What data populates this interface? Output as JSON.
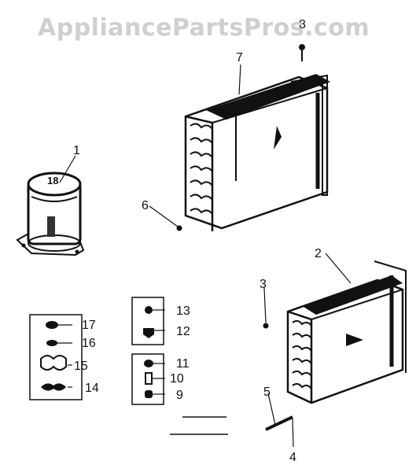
{
  "watermark": "AppliancePartsPros.com",
  "compressor_label": "18",
  "callouts": [
    "1",
    "2",
    "3",
    "4",
    "5",
    "6",
    "7",
    "8",
    "9",
    "10",
    "11",
    "12",
    "13",
    "14",
    "15",
    "16",
    "17"
  ],
  "colors": {
    "ink": "#111111",
    "watermark": "#cfcfcf",
    "background": "#ffffff"
  }
}
